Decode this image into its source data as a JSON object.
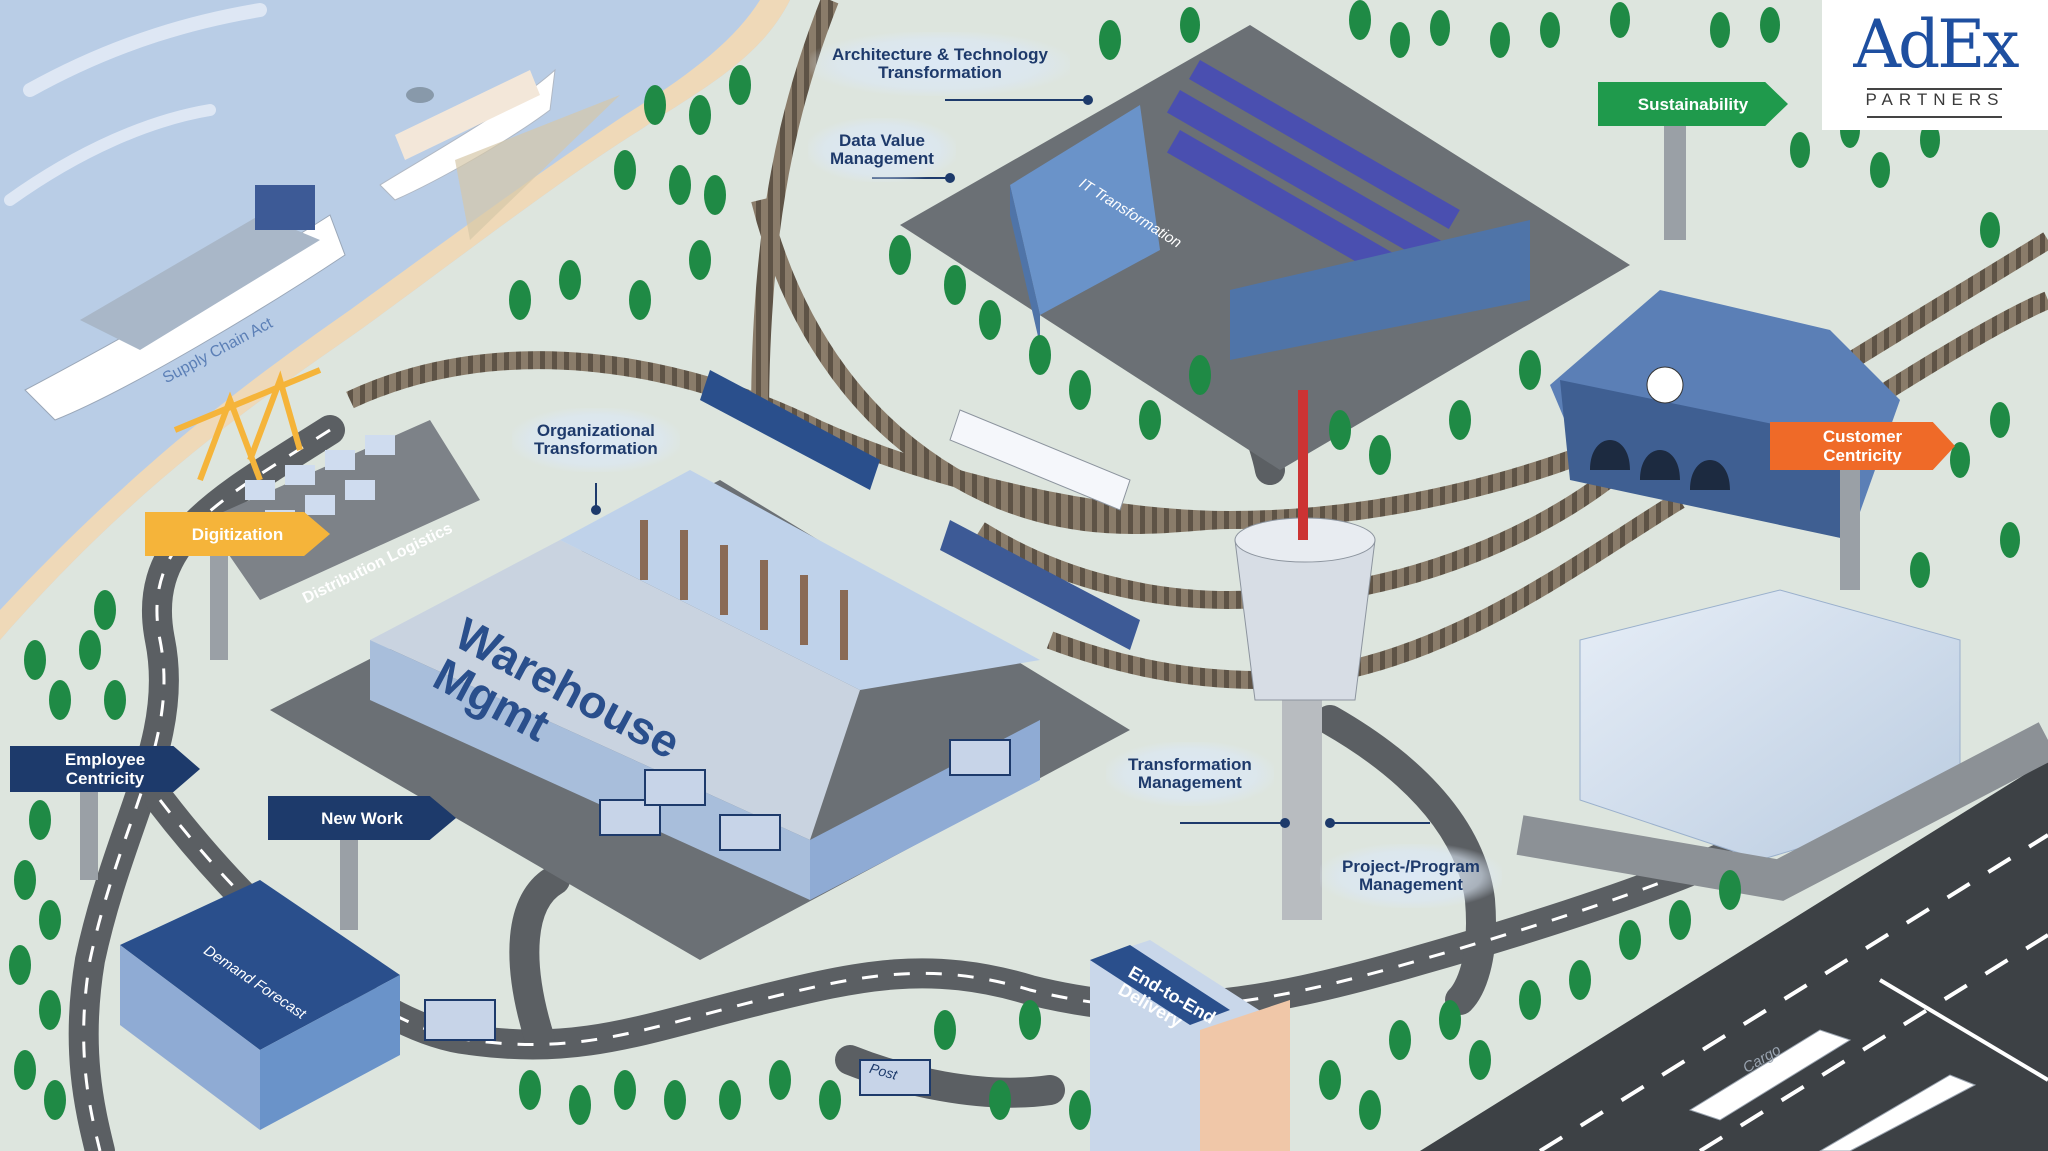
{
  "logo": {
    "mark": "AdEx",
    "sub": "PARTNERS"
  },
  "labels": {
    "arch_tech": "Architecture & Technology\nTransformation",
    "data_value": "Data Value\nManagement",
    "org_transformation": "Organizational\nTransformation",
    "transformation_mgmt": "Transformation\nManagement",
    "project_program": "Project-/Program\nManagement"
  },
  "signs": {
    "sustainability": "Sustainability",
    "customer_centricity": "Customer\nCentricity",
    "digitization": "Digitization",
    "employee_centricity": "Employee\nCentricity",
    "new_work": "New Work"
  },
  "buildings": {
    "warehouse": "Warehouse\nMgmt",
    "it": "IT Transformation",
    "demand": "Demand Forecast",
    "end_to_end": "End-to-End\nDelivery",
    "distribution": "Distribution Logistics",
    "ship": "Supply Chain Act",
    "post": "Post",
    "cargo": "Cargo"
  },
  "colors": {
    "ground": "#dde5de",
    "water": "#b9cde6",
    "road": "#5b5f63",
    "navy": "#1d3a6b",
    "green_sign": "#1f9a4c",
    "orange_sign": "#ef6a28",
    "yellow_sign": "#f5b43a",
    "blue_building": "#6a93c9"
  }
}
